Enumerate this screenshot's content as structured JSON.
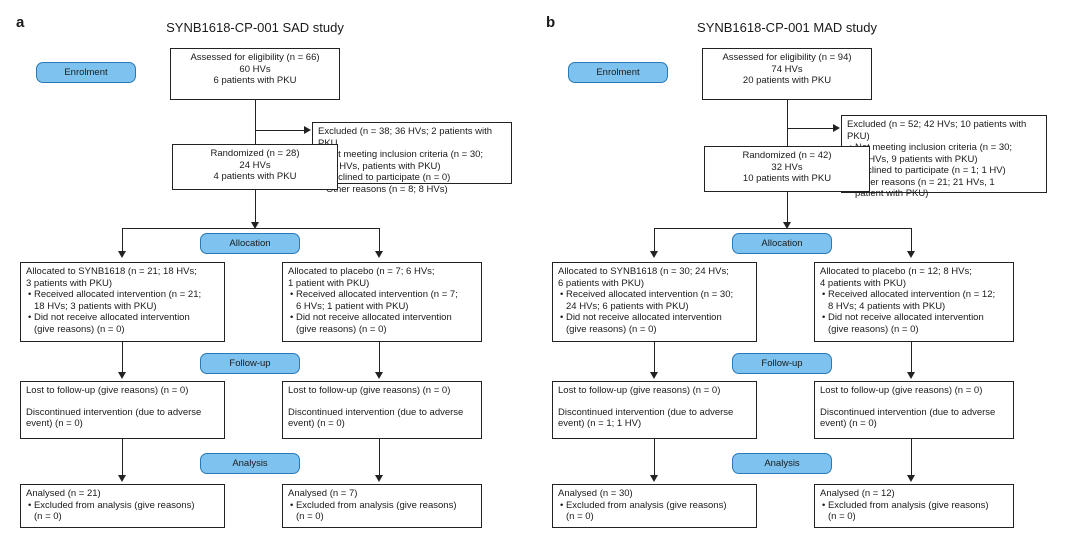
{
  "panels": [
    {
      "letter": "a",
      "title": "SYNB1618-CP-001 SAD study",
      "enrolment_label": "Enrolment",
      "allocation_label": "Allocation",
      "followup_label": "Follow-up",
      "analysis_label": "Analysis",
      "assessed": [
        "Assessed for eligibility (n = 66)",
        "60 HVs",
        "6 patients with PKU"
      ],
      "excluded": [
        "Excluded (n = 38; 36 HVs; 2 patients with PKU",
        "• Not meeting inclusion criteria (n = 30;",
        "28 HVs, patients with PKU)",
        "• Declined to participate (n = 0)",
        "• Other reasons (n = 8; 8 HVs)"
      ],
      "randomized": [
        "Randomized (n = 28)",
        "24 HVs",
        "4 patients with PKU"
      ],
      "alloc_left": [
        "Allocated to SYNB1618 (n = 21; 18 HVs;",
        "3 patients with PKU)",
        "• Received allocated intervention (n = 21;",
        "18 HVs; 3 patients with PKU)",
        "• Did not receive allocated intervention",
        "(give reasons) (n = 0)"
      ],
      "alloc_right": [
        "Allocated to placebo (n = 7; 6 HVs;",
        "1 patient with PKU)",
        "• Received allocated intervention (n = 7;",
        "6 HVs; 1 patient with PKU)",
        "• Did not receive allocated intervention",
        "(give reasons) (n = 0)"
      ],
      "follow_left": [
        "Lost to follow-up (give reasons) (n = 0)",
        "Discontinued intervention (due to adverse",
        "event) (n = 0)"
      ],
      "follow_right": [
        "Lost to follow-up (give reasons) (n = 0)",
        "Discontinued intervention (due to adverse",
        "event) (n = 0)"
      ],
      "analysis_left": [
        "Analysed (n = 21)",
        "• Excluded from analysis (give reasons)",
        "(n = 0)"
      ],
      "analysis_right": [
        "Analysed (n = 7)",
        "• Excluded from analysis (give reasons)",
        "(n = 0)"
      ]
    },
    {
      "letter": "b",
      "title": "SYNB1618-CP-001 MAD study",
      "enrolment_label": "Enrolment",
      "allocation_label": "Allocation",
      "followup_label": "Follow-up",
      "analysis_label": "Analysis",
      "assessed": [
        "Assessed for eligibility (n = 94)",
        "74 HVs",
        "20 patients with PKU"
      ],
      "excluded": [
        "Excluded (n = 52; 42 HVs; 10 patients with PKU)",
        "• Not meeting inclusion criteria (n = 30;",
        "21 HVs, 9 patients with PKU)",
        "• Declined to participate (n = 1; 1 HV)",
        "• Other reasons (n = 21; 21 HVs, 1",
        "patient with PKU)"
      ],
      "randomized": [
        "Randomized (n = 42)",
        "32 HVs",
        "10 patients with PKU"
      ],
      "alloc_left": [
        "Allocated to SYNB1618 (n = 30; 24 HVs;",
        "6 patients with PKU)",
        "• Received allocated intervention (n = 30;",
        "24 HVs; 6 patients with PKU)",
        "• Did not receive allocated intervention",
        "(give reasons) (n = 0)"
      ],
      "alloc_right": [
        "Allocated to placebo (n = 12; 8 HVs;",
        "4 patients with PKU)",
        "• Received allocated intervention (n = 12;",
        "8 HVs; 4 patients with PKU)",
        "• Did not receive allocated intervention",
        "(give reasons) (n = 0)"
      ],
      "follow_left": [
        "Lost to follow-up (give reasons) (n = 0)",
        "Discontinued intervention (due to adverse",
        "event) (n = 1; 1 HV)"
      ],
      "follow_right": [
        "Lost to follow-up (give reasons) (n = 0)",
        "Discontinued intervention (due to adverse",
        "event) (n = 0)"
      ],
      "analysis_left": [
        "Analysed (n = 30)",
        "• Excluded from analysis (give reasons)",
        "(n = 0)"
      ],
      "analysis_right": [
        "Analysed (n = 12)",
        "• Excluded from analysis (give reasons)",
        "(n = 0)"
      ]
    }
  ]
}
